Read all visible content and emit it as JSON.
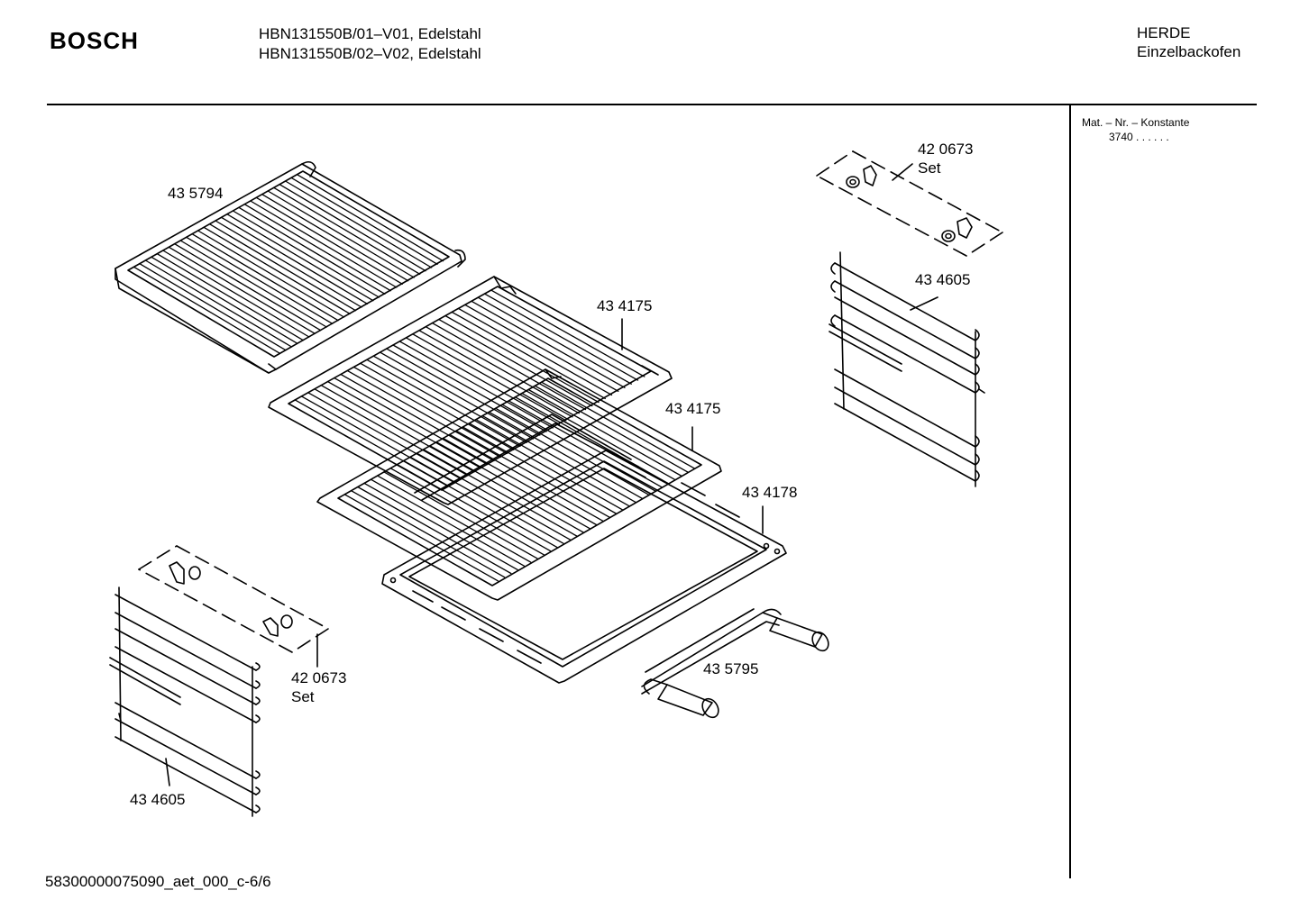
{
  "header": {
    "brand": "BOSCH",
    "models": [
      "HBN131550B/01–V01, Edelstahl",
      "HBN131550B/02–V02, Edelstahl"
    ],
    "category_line1": "HERDE",
    "category_line2": "Einzelbackofen"
  },
  "side_panel": {
    "mat_label": "Mat. – Nr. – Konstante",
    "mat_value": "3740  .  .  .  .  .  ."
  },
  "parts": {
    "p1": "43 5794",
    "p2": "43 4175",
    "p3": "43 4175",
    "p4": "43 4178",
    "p5": "43 5795",
    "p6a": "42 0673",
    "p6b": "Set",
    "p7": "43 4605",
    "p8a": "42 0673",
    "p8b": "Set",
    "p9": "43 4605"
  },
  "footer": {
    "doc_id": "58300000075090_aet_000_c-6/6"
  }
}
